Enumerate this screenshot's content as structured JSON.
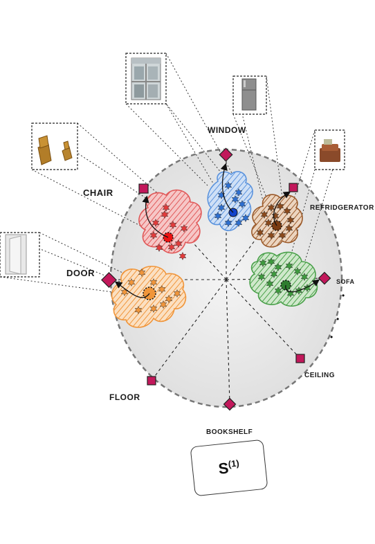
{
  "labels": {
    "window": "WINDOW",
    "chair": "CHAIR",
    "refrigerator": "REFRIDGERATOR",
    "door": "DOOR",
    "sofa": "SOFA",
    "ceiling": "CEILING",
    "floor": "FLOOR",
    "bookshelf": "BOOKSHELF"
  },
  "caption": {
    "base": "S",
    "superscript": "(1)"
  },
  "continuation_dots": [
    "•",
    "•",
    "•"
  ],
  "colors": {
    "circle_fill": "#e8e8e8",
    "anchor": "#c2185b",
    "chair_cluster": "#e74c4c",
    "window_cluster": "#3b7ddd",
    "fridge_cluster": "#8b4a1c",
    "sofa_cluster": "#3e9a3e",
    "door_cluster": "#f0953a"
  },
  "icons": [
    "window-photo",
    "refrigerator-photo",
    "chair-photo",
    "door-photo",
    "sofa-photo"
  ]
}
